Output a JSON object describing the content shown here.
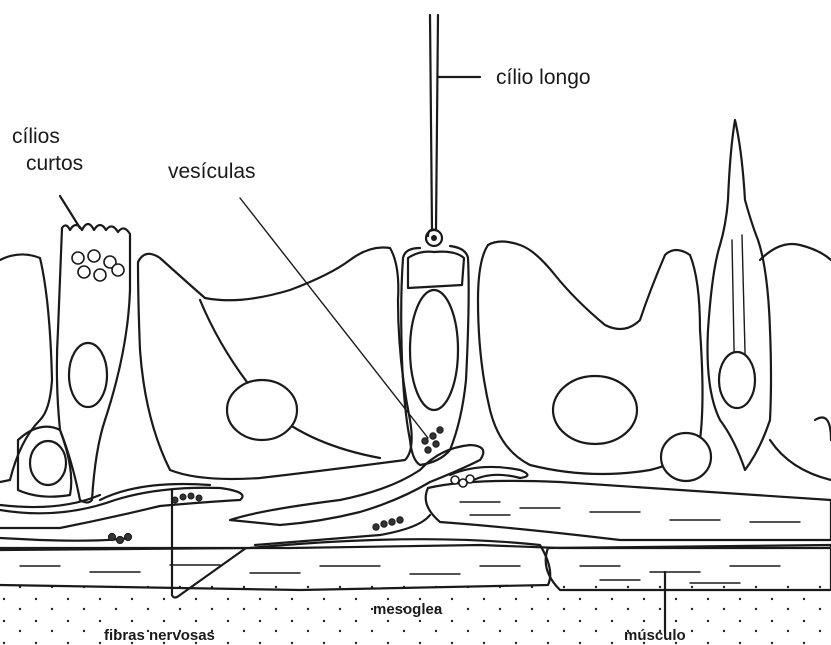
{
  "figure": {
    "labels": {
      "cilio_longo": "cílio longo",
      "cilios_curtos_1": "cílios",
      "cilios_curtos_2": "curtos",
      "vesiculas": "vesículas",
      "mesoglea": "mesoglea",
      "fibras_nervosas": "fibras nervosas",
      "musculo": "músculo"
    },
    "colors": {
      "ink": "#1a1a1a",
      "background": "#ffffff"
    }
  }
}
